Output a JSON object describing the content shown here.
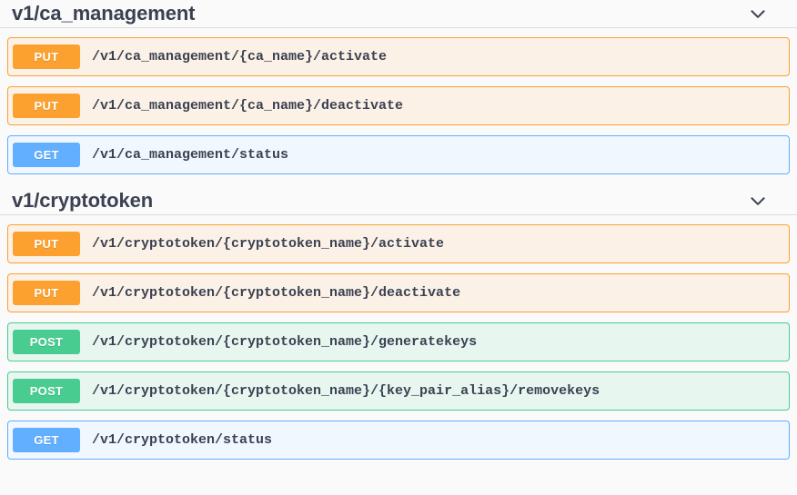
{
  "sections": [
    {
      "tag": "v1/ca_management",
      "toggle_icon": "chevron-down-icon",
      "operations": [
        {
          "method": "PUT",
          "path": "/v1/ca_management/{ca_name}/activate"
        },
        {
          "method": "PUT",
          "path": "/v1/ca_management/{ca_name}/deactivate"
        },
        {
          "method": "GET",
          "path": "/v1/ca_management/status"
        }
      ]
    },
    {
      "tag": "v1/cryptotoken",
      "toggle_icon": "chevron-down-icon",
      "operations": [
        {
          "method": "PUT",
          "path": "/v1/cryptotoken/{cryptotoken_name}/activate"
        },
        {
          "method": "PUT",
          "path": "/v1/cryptotoken/{cryptotoken_name}/deactivate"
        },
        {
          "method": "POST",
          "path": "/v1/cryptotoken/{cryptotoken_name}/generatekeys"
        },
        {
          "method": "POST",
          "path": "/v1/cryptotoken/{cryptotoken_name}/{key_pair_alias}/removekeys"
        },
        {
          "method": "GET",
          "path": "/v1/cryptotoken/status"
        }
      ]
    }
  ],
  "colors": {
    "get": "#61affe",
    "put": "#fca130",
    "post": "#49cc90",
    "delete": "#f93e3e",
    "patch": "#50e3c2",
    "title": "#3b4151",
    "page_background": "#fafafa",
    "divider": "#dcdcdc"
  }
}
